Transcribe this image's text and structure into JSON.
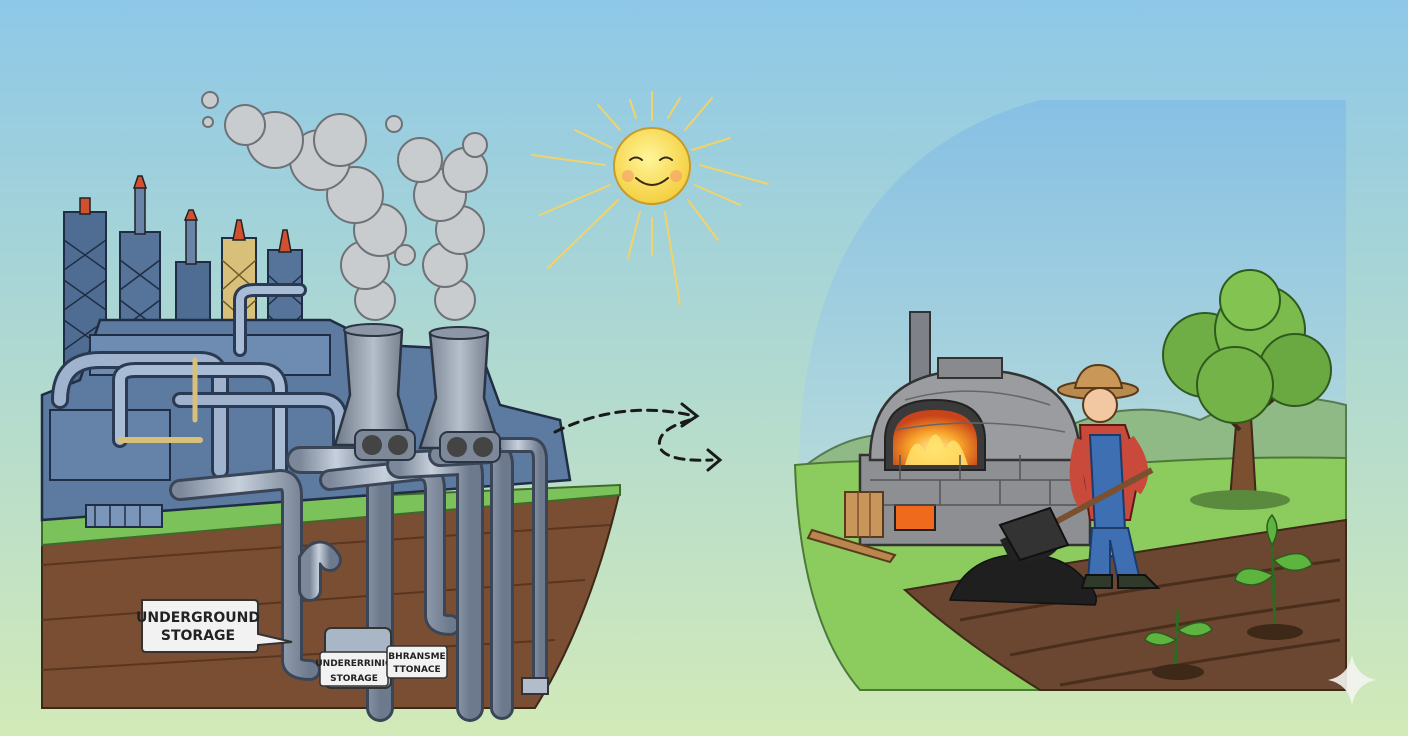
{
  "labels": {
    "underground_storage": [
      "UNDERGROUND",
      "STORAGE"
    ],
    "small_storage": [
      "UNDERERRINIO",
      "STORAGE"
    ],
    "side_label": [
      "BHRANSME",
      "TTONACE"
    ]
  },
  "colors": {
    "sky_top": "#8ec8e8",
    "sky_bottom": "#cfe8b8",
    "pipe": "#8f9cae",
    "factory": "#5a7396",
    "soil": "#7a4e32",
    "grass": "#7cc25a",
    "sun": "#f7dc54",
    "fire": "#f59a23",
    "kiln": "#8d8d8d"
  },
  "icons": [
    "sun-icon",
    "dashed-arrow-icon",
    "sparkle-icon"
  ]
}
